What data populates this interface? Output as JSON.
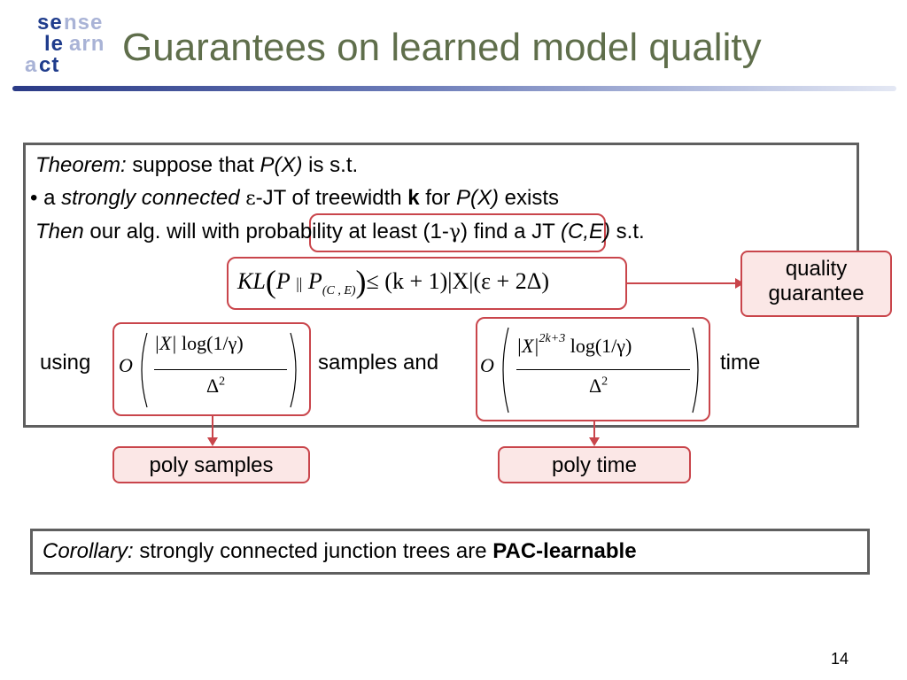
{
  "logo": {
    "se": "se",
    "nse": "nse",
    "le": "le",
    "arn": "arn",
    "a": "a",
    "ct": "ct"
  },
  "title": "Guarantees on learned model quality",
  "theorem": {
    "label": "Theorem:",
    "line1_rest": " suppose that ",
    "px1": "P(X)",
    "line1_end": " is s.t.",
    "bullet": "• a ",
    "strongly": "strongly connected",
    "eps": "ε",
    "jt": "-JT of treewidth ",
    "k": "k",
    "for": " for ",
    "px2": "P(X)",
    "exists": " exists",
    "then": "Then",
    "then_rest": " our alg. will with ",
    "prob": "probability at least (1-",
    "gamma": "γ",
    "prob_close": ")",
    "find": " find a JT ",
    "ce": "(C,E)",
    "st": " s.t."
  },
  "kl_formula": {
    "kl": "KL",
    "p": "P",
    "parallel": "||",
    "p2": "P",
    "sub": "(C , E)",
    "rest": "≤ (k + 1)|X|(ε + 2Δ)"
  },
  "using_label": "using",
  "samples_label": "samples and",
  "time_label": "time",
  "sample_formula": {
    "o": "O",
    "num_x": "|X|",
    "num_log": "log(1/γ)",
    "den": "Δ",
    "den_exp": "2"
  },
  "time_formula": {
    "o": "O",
    "num_x": "|X|",
    "num_exp": "2k+3",
    "num_log": "log(1/γ)",
    "den": "Δ",
    "den_exp": "2"
  },
  "quality_guarantee": {
    "line1": "quality",
    "line2": "guarantee"
  },
  "poly_samples": "poly samples",
  "poly_time": "poly time",
  "corollary": {
    "label": "Corollary:",
    "text": " strongly connected junction trees are ",
    "bold": "PAC-learnable"
  },
  "page_number": "14",
  "colors": {
    "title": "#5f6e4b",
    "accent": "#c9454b",
    "box_fill": "#fbe7e6",
    "border": "#5f5f5f"
  }
}
